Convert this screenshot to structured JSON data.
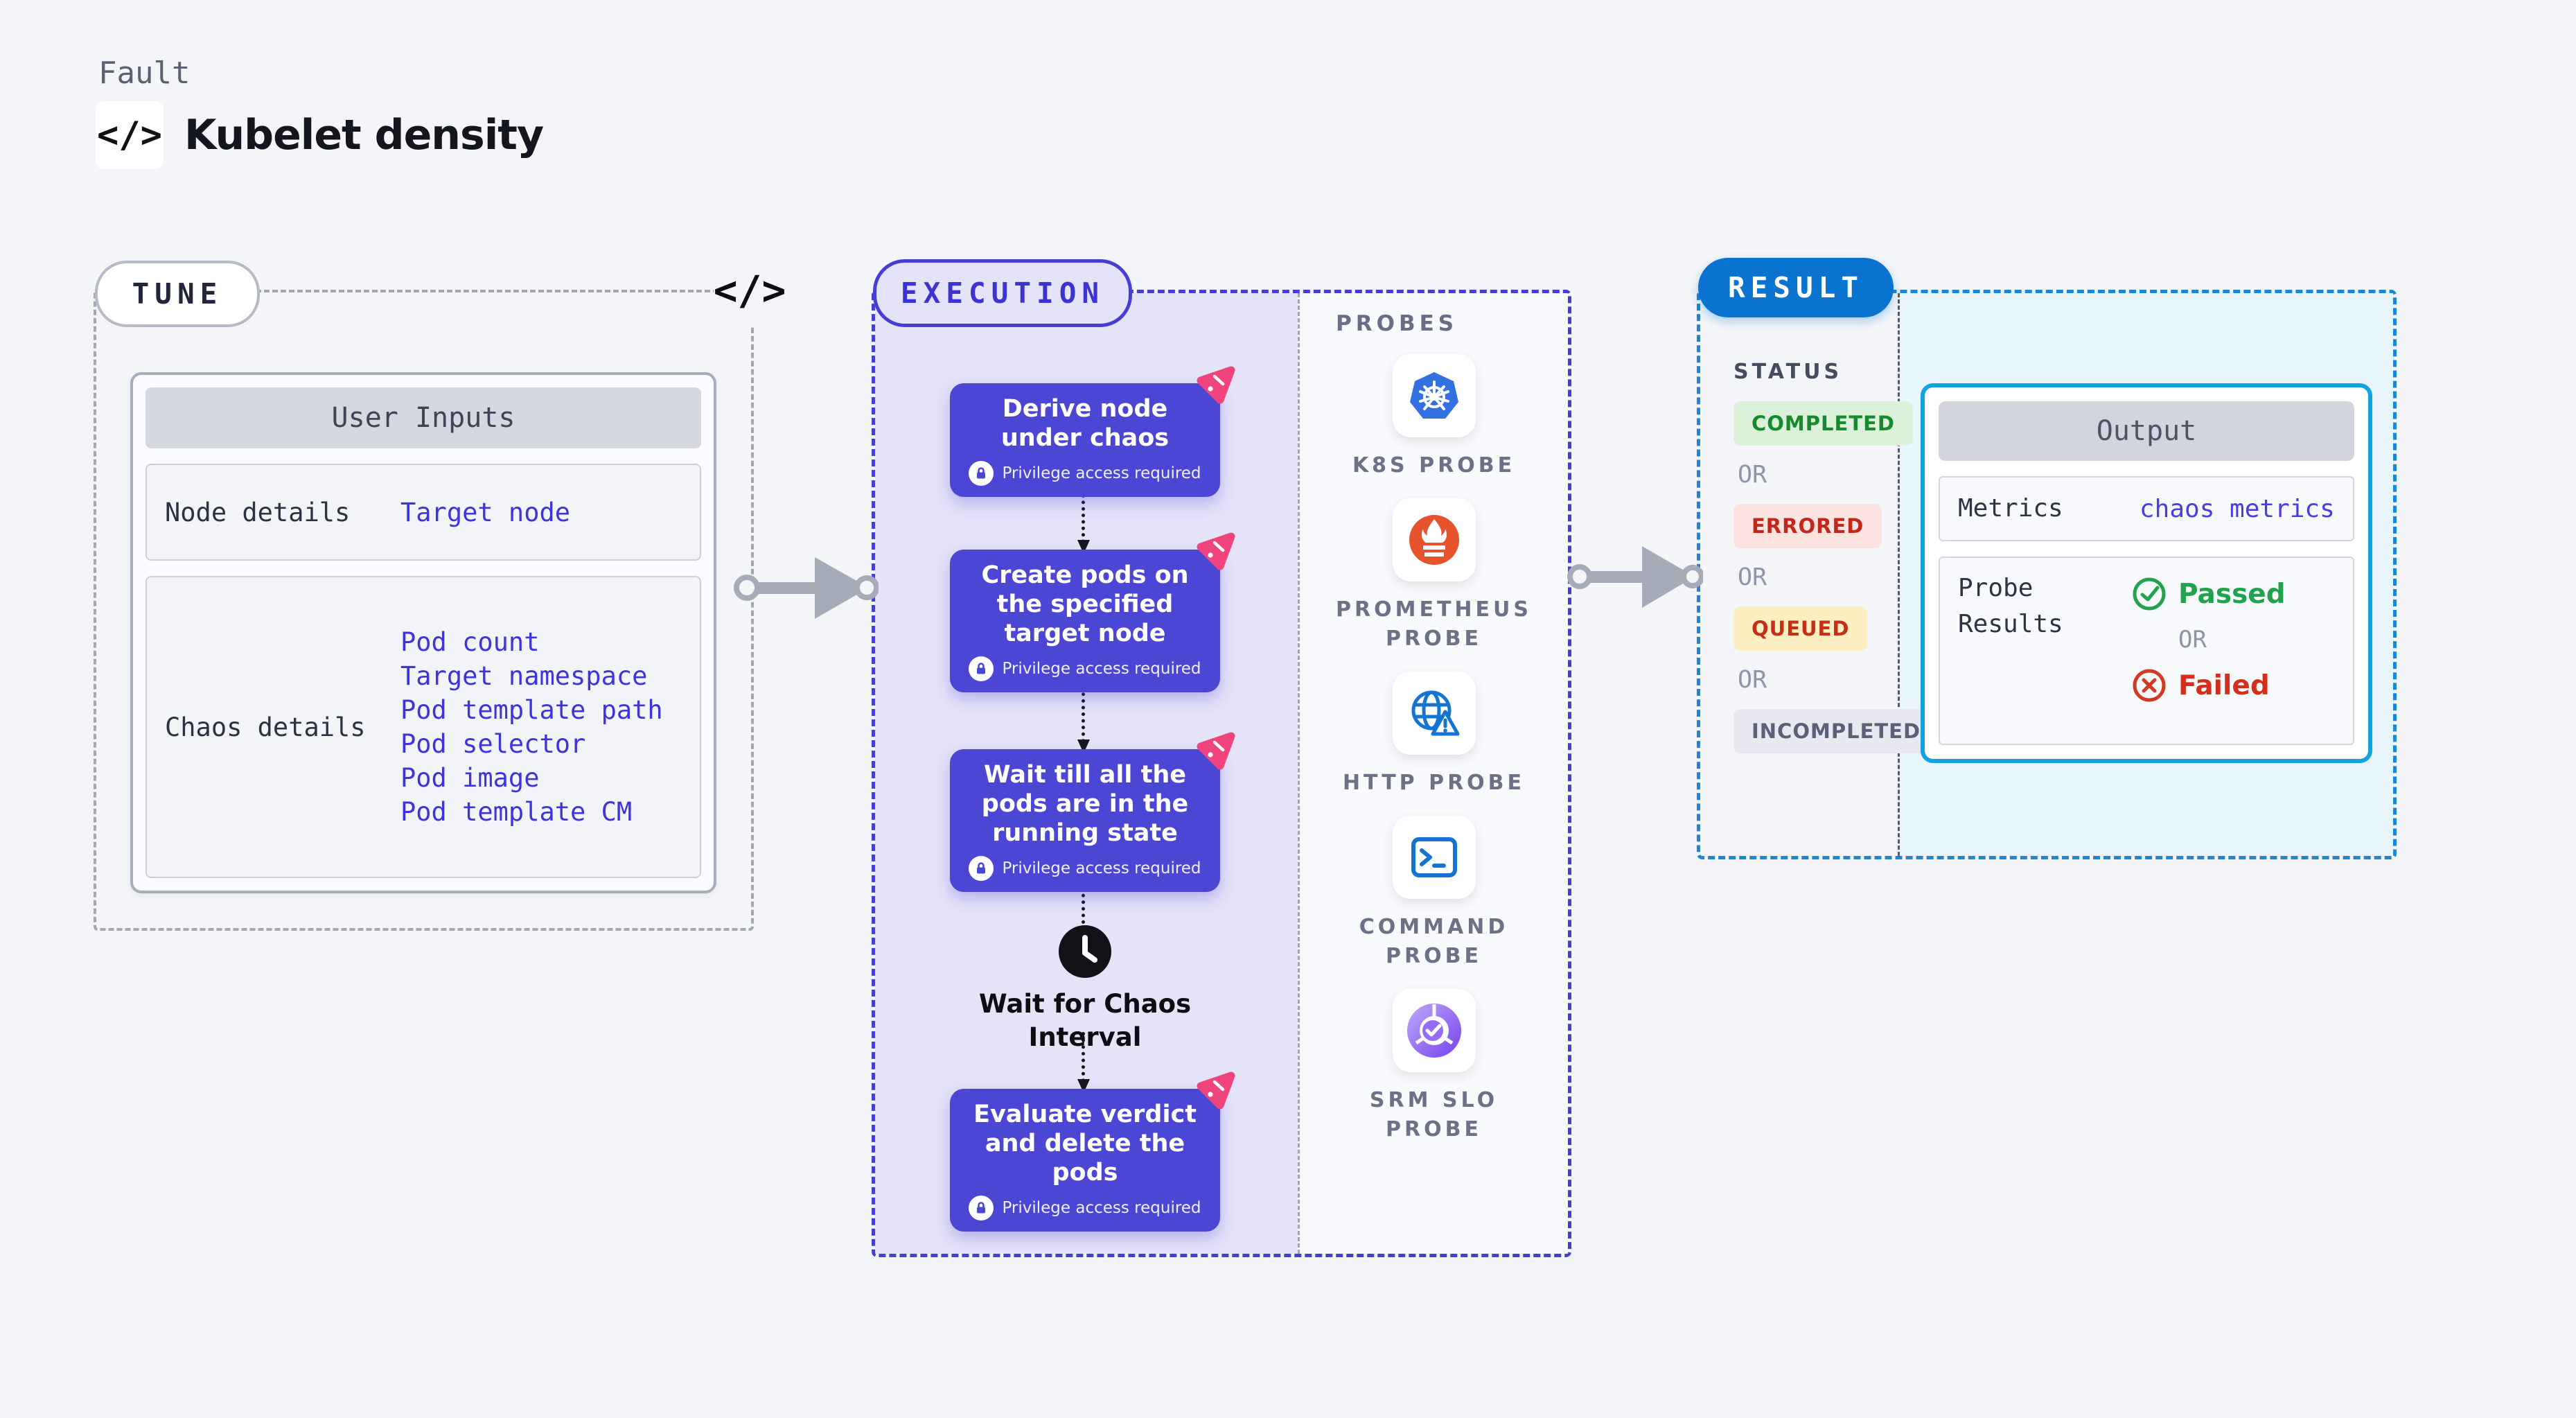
{
  "header": {
    "eyebrow": "Fault",
    "title": "Kubelet density",
    "code_glyph": "</>"
  },
  "tune": {
    "pill": "TUNE",
    "code_glyph": "</>",
    "table": {
      "header": "User Inputs",
      "rows": [
        {
          "label": "Node details",
          "links": [
            "Target node"
          ]
        },
        {
          "label": "Chaos details",
          "links": [
            "Pod count",
            "Target namespace",
            "Pod template path",
            "Pod selector",
            "Pod image",
            "Pod template CM"
          ]
        }
      ]
    }
  },
  "execution": {
    "pill": "EXECUTION",
    "privilege_label": "Privilege access required",
    "steps": [
      {
        "title": "Derive node under chaos"
      },
      {
        "title": "Create pods on the specified target node"
      },
      {
        "title": "Wait till all the pods are in the running state"
      },
      {
        "title": "Evaluate verdict and delete the pods"
      }
    ],
    "wait_label": "Wait for Chaos Interval"
  },
  "probes": {
    "label": "PROBES",
    "items": [
      {
        "name": "K8S PROBE",
        "icon": "kubernetes-icon"
      },
      {
        "name": "PROMETHEUS PROBE",
        "icon": "prometheus-icon"
      },
      {
        "name": "HTTP PROBE",
        "icon": "http-globe-icon"
      },
      {
        "name": "COMMAND PROBE",
        "icon": "terminal-icon"
      },
      {
        "name": "SRM SLO PROBE",
        "icon": "slo-donut-icon"
      }
    ]
  },
  "result": {
    "pill": "RESULT",
    "status_label": "STATUS",
    "or_label": "OR",
    "statuses": [
      {
        "label": "COMPLETED",
        "type": "success"
      },
      {
        "label": "ERRORED",
        "type": "error"
      },
      {
        "label": "QUEUED",
        "type": "warning"
      },
      {
        "label": "INCOMPLETED",
        "type": "neutral"
      }
    ],
    "output": {
      "header": "Output",
      "metrics_label": "Metrics",
      "metrics_value": "chaos metrics",
      "probe_results_label": "Probe Results",
      "passed_label": "Passed",
      "failed_label": "Failed"
    }
  },
  "colors": {
    "accent_indigo": "#453ed6",
    "card_indigo": "#4b46d3",
    "lavender": "#e4e3f8",
    "harness_blue": "#0a72cf",
    "cyan_border": "#0fa3e0",
    "link_blue": "#3d34de",
    "success_green": "#1d9d3e",
    "error_red": "#c9261a",
    "chaos_pink": "#f0447c"
  }
}
